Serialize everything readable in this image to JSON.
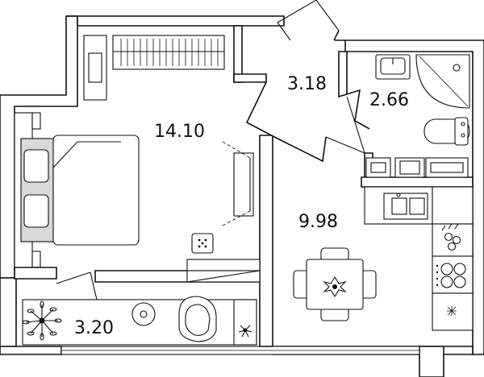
{
  "rooms": [
    {
      "id": "living",
      "area": "14.10"
    },
    {
      "id": "hall",
      "area": "3.18"
    },
    {
      "id": "bathroom",
      "area": "2.66"
    },
    {
      "id": "kitchen",
      "area": "9.98"
    },
    {
      "id": "balcony",
      "area": "3.20"
    }
  ],
  "colors": {
    "wall": "#111111",
    "background": "#ffffff",
    "bed_shade": "#d9d9d9"
  }
}
